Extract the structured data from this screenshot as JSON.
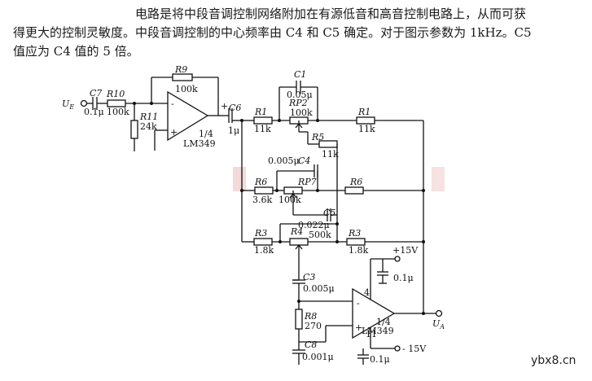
{
  "intro": {
    "line1": "电路是将中段音调控制网络附加在有源低音和高音控制电路上，从而可获",
    "line2": "得更大的控制灵敏度。中段音调控制的中心频率由 C4 和 C5 确定。对于图示参数为 1kHz。C5",
    "line3": "值应为 C4 值的 5 倍。"
  },
  "diagram": {
    "input": "U",
    "input_sub": "E",
    "output": "U",
    "output_sub": "A",
    "c7_name": "C7",
    "c7_val": "0.1μ",
    "r10_name": "R10",
    "r10_val": "100k",
    "r11_name": "R11",
    "r11_val": "24k",
    "r9_name": "R9",
    "r9_val": "100k",
    "op1_frac": "1/4",
    "op1_name": "LM349",
    "c6_name": "C6",
    "c6_val": "1μ",
    "c1_name": "C1",
    "c1_val": "0.05μ",
    "r1a_name": "R1",
    "r1a_val": "11k",
    "rp2_name": "RP2",
    "rp2_val": "100k",
    "r1b_name": "R1",
    "r1b_val": "11k",
    "r5_name": "R5",
    "r5_val": "11k",
    "c4_name": "C4",
    "c4_val": "0.005μ",
    "r6a_name": "R6",
    "r6a_val": "3.6k",
    "rp7_name": "RP7",
    "rp7_val": "100k",
    "r6b_name": "R6",
    "c5_name": "C5",
    "c5_val": "0.022μ",
    "r3a_name": "R3",
    "r3a_val": "1.8k",
    "r4_name": "R4",
    "r4_val": "500k",
    "r3b_name": "R3",
    "r3b_val": "1.8k",
    "c3_name": "C3",
    "c3_val": "0.005μ",
    "r8_name": "R8",
    "r8_val": "270",
    "c8_name": "C8",
    "c8_val": "0.001μ",
    "vplus": "+15V",
    "vminus": "- 15V",
    "cap_top": "0.1μ",
    "cap_bot": "0.1μ",
    "pin4": "4",
    "pin11": "11",
    "op2_frac": "1/4",
    "op2_name": "LM349",
    "plus": "+",
    "minus": "-"
  },
  "watermark": "ybx8.cn"
}
